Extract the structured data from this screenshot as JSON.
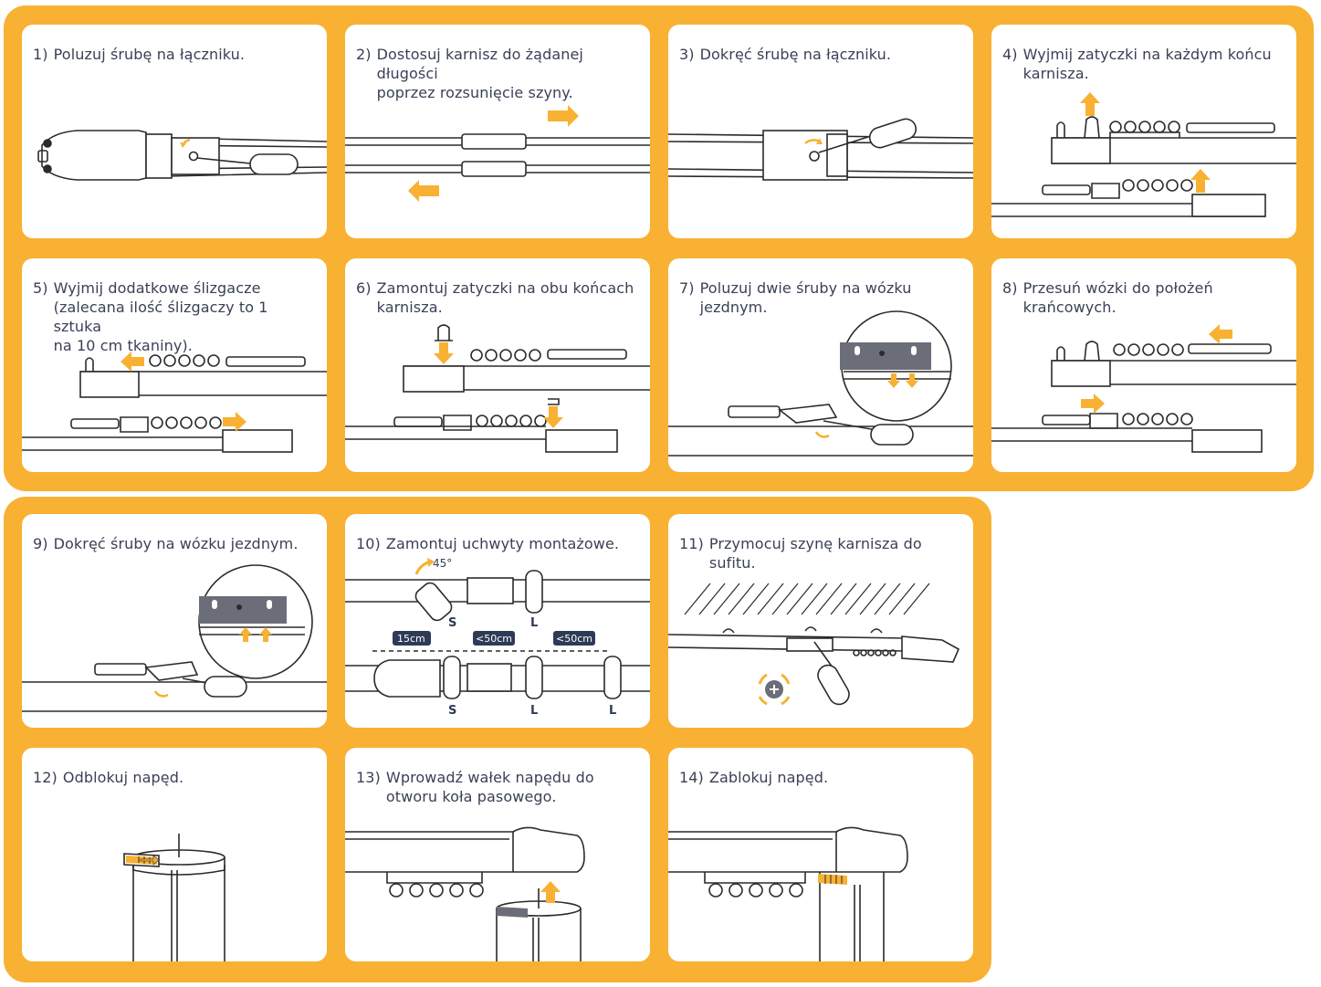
{
  "colors": {
    "accent": "#f8b133",
    "line": "#2b2b2b",
    "text": "#3a4156",
    "badge": "#2f3a56"
  },
  "steps": [
    {
      "num": "1)",
      "text": "Poluzuj śrubę na łączniku."
    },
    {
      "num": "2)",
      "text": "Dostosuj karnisz do żądanej długości\npoprzez rozsunięcie szyny."
    },
    {
      "num": "3)",
      "text": "Dokręć śrubę na łączniku."
    },
    {
      "num": "4)",
      "text": "Wyjmij zatyczki na każdym końcu\nkarnisza."
    },
    {
      "num": "5)",
      "text": "Wyjmij dodatkowe ślizgacze\n(zalecana ilość ślizgaczy to 1 sztuka\nna 10 cm tkaniny)."
    },
    {
      "num": "6)",
      "text": "Zamontuj zatyczki na obu końcach\nkarnisza."
    },
    {
      "num": "7)",
      "text": "Poluzuj dwie śruby na wózku\njezdnym."
    },
    {
      "num": "8)",
      "text": "Przesuń wózki do położeń\nkrańcowych."
    },
    {
      "num": "9)",
      "text": "Dokręć śruby na wózku jezdnym."
    },
    {
      "num": "10)",
      "text": "Zamontuj uchwyty montażowe."
    },
    {
      "num": "11)",
      "text": "Przymocuj szynę karnisza do sufitu."
    },
    {
      "num": "12)",
      "text": "Odblokuj napęd."
    },
    {
      "num": "13)",
      "text": "Wprowadź wałek napędu do\notworu koła pasowego."
    },
    {
      "num": "14)",
      "text": "Zablokuj napęd."
    }
  ],
  "step10": {
    "angle": "45°",
    "letters_top": [
      "S",
      "L"
    ],
    "letters_bottom": [
      "S",
      "L",
      "L"
    ],
    "distances": [
      "15cm",
      "<50cm",
      "<50cm"
    ]
  }
}
